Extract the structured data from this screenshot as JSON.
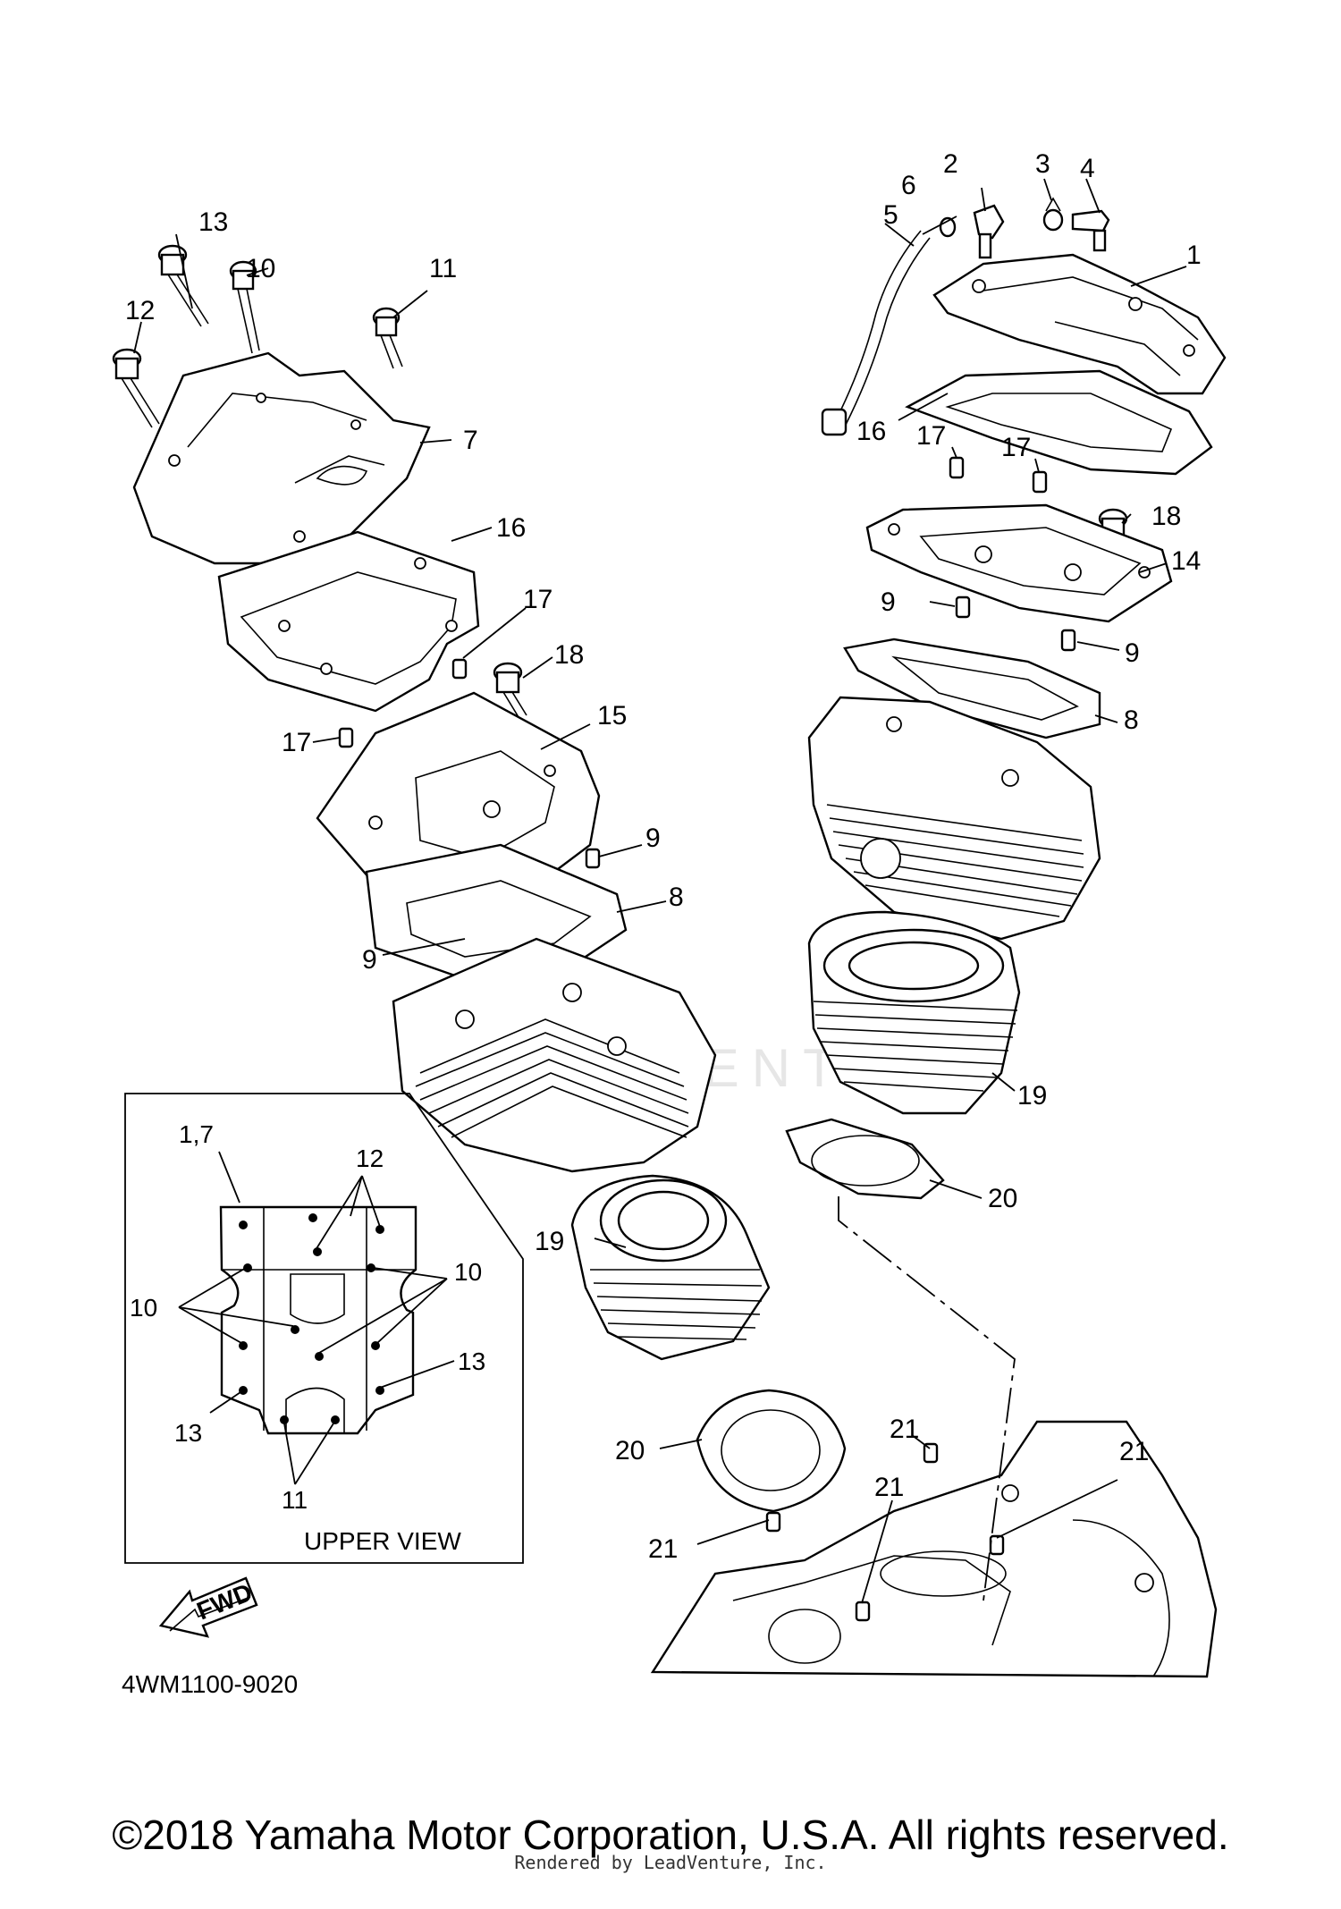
{
  "diagram": {
    "callouts": {
      "c1": "1",
      "c2": "2",
      "c3": "3",
      "c4": "4",
      "c5": "5",
      "c6": "6",
      "c7": "7",
      "c8a": "8",
      "c8b": "8",
      "c9a": "9",
      "c9b": "9",
      "c9c": "9",
      "c9d": "9",
      "c10": "10",
      "c11": "11",
      "c12": "12",
      "c13": "13",
      "c14": "14",
      "c15": "15",
      "c16a": "16",
      "c16b": "16",
      "c17a": "17",
      "c17b": "17",
      "c17c": "17",
      "c17d": "17",
      "c18a": "18",
      "c18b": "18",
      "c19a": "19",
      "c19b": "19",
      "c20a": "20",
      "c20b": "20",
      "c21a": "21",
      "c21b": "21",
      "c21c": "21",
      "c21d": "21"
    },
    "upper_view": {
      "title": "UPPER VIEW",
      "label_1_7": "1,7",
      "label_12": "12",
      "label_10_left": "10",
      "label_10_right": "10",
      "label_13_left": "13",
      "label_13_right": "13",
      "label_11": "11"
    },
    "fwd_label": "FWD",
    "diagram_code": "4WM1100-9020",
    "watermark": "LEADVENTURE"
  },
  "footer": {
    "copyright": "©2018 Yamaha Motor Corporation, U.S.A. All rights reserved.",
    "rendered_by": "Rendered by LeadVenture, Inc."
  }
}
